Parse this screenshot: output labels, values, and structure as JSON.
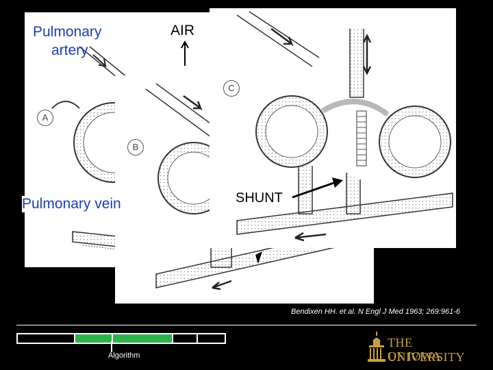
{
  "labels": {
    "pulmonary_artery_line1": "Pulmonary",
    "pulmonary_artery_line2": "artery",
    "air": "AIR",
    "pulmonary_vein": "Pulmonary vein",
    "shunt": "SHUNT"
  },
  "panels": [
    {
      "letter": "A"
    },
    {
      "letter": "B"
    },
    {
      "letter": "C"
    }
  ],
  "citation": "Bendixen HH. et al. N Engl J Med 1963; 269:961-6",
  "nav": {
    "segments": [
      {
        "color": "#000000"
      },
      {
        "color": "#2db34a"
      },
      {
        "color": "#2db34a"
      },
      {
        "color": "#000000"
      },
      {
        "color": "#000000"
      }
    ],
    "label": "Algorithm"
  },
  "logo": {
    "line1": "THE UNIVERSITY",
    "line2": "OF IOWA",
    "color": "#c8a240"
  },
  "colors": {
    "label_blue": "#1a3fb0",
    "background": "#000000"
  }
}
